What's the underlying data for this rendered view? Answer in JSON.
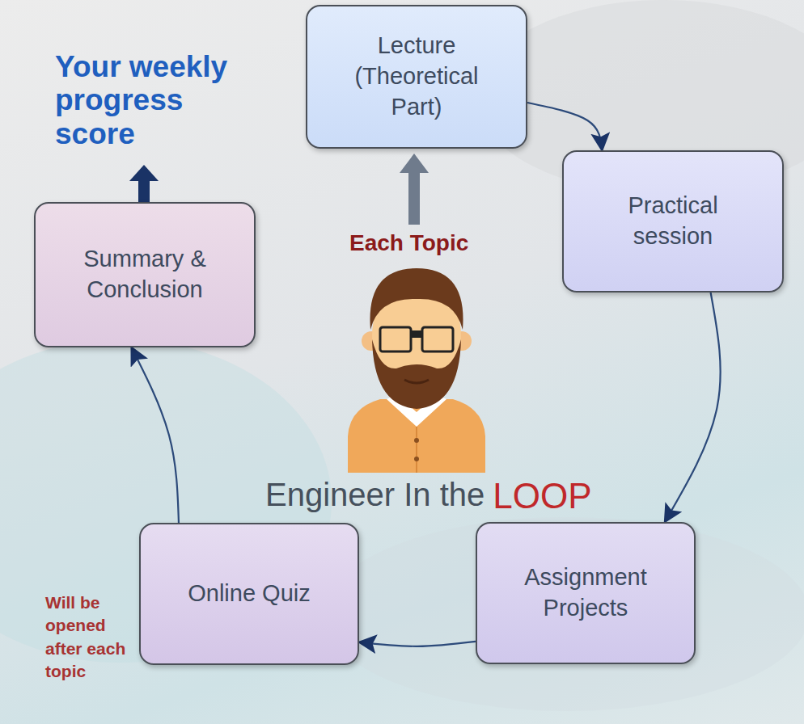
{
  "diagram": {
    "nodes": [
      {
        "text": [
          "Lecture (Theoretical Part)"
        ]
      },
      {
        "text": [
          "Practical session"
        ]
      },
      {
        "text": [
          "Assignment Projects"
        ]
      },
      {
        "text": [
          "Online Quiz"
        ]
      },
      {
        "text": [
          "Summary & Conclusion"
        ]
      }
    ],
    "edges": [
      {
        "from": 0,
        "to": 1,
        "arrow": "to"
      },
      {
        "from": 1,
        "to": 2,
        "arrow": "to"
      },
      {
        "from": 2,
        "to": 3,
        "arrow": "to"
      },
      {
        "from": 3,
        "to": 4,
        "arrow": "to"
      }
    ],
    "labels": [
      "Your weekly progress score",
      "Each Topic",
      "Engineer In the",
      "LOOP",
      "Will be opened after each topic"
    ]
  }
}
